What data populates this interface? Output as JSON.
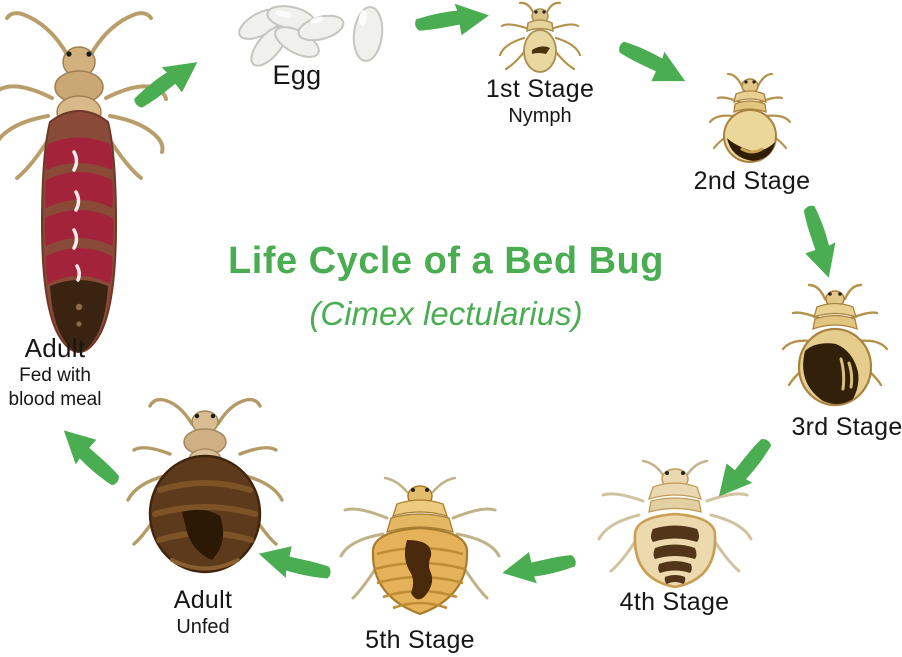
{
  "title": {
    "main": "Life Cycle of a Bed Bug",
    "subtitle": "(Cimex lectularius)"
  },
  "colors": {
    "accent_green": "#4bad52",
    "label_text": "#161616"
  },
  "stages": [
    {
      "id": "egg",
      "label": "Egg"
    },
    {
      "id": "first-stage",
      "label": "1st Stage",
      "sublabel": "Nymph"
    },
    {
      "id": "second-stage",
      "label": "2nd Stage"
    },
    {
      "id": "third-stage",
      "label": "3rd Stage"
    },
    {
      "id": "fourth-stage",
      "label": "4th Stage"
    },
    {
      "id": "fifth-stage",
      "label": "5th Stage"
    },
    {
      "id": "adult-unfed",
      "label": "Adult",
      "sublabel": "Unfed"
    },
    {
      "id": "adult-fed",
      "label": "Adult",
      "sublabel": "Fed with",
      "sublabel2": "blood meal"
    }
  ],
  "flow_sequence": [
    "Adult Fed with blood meal",
    "Egg",
    "1st Stage Nymph",
    "2nd Stage",
    "3rd Stage",
    "4th Stage",
    "5th Stage",
    "Adult Unfed"
  ]
}
